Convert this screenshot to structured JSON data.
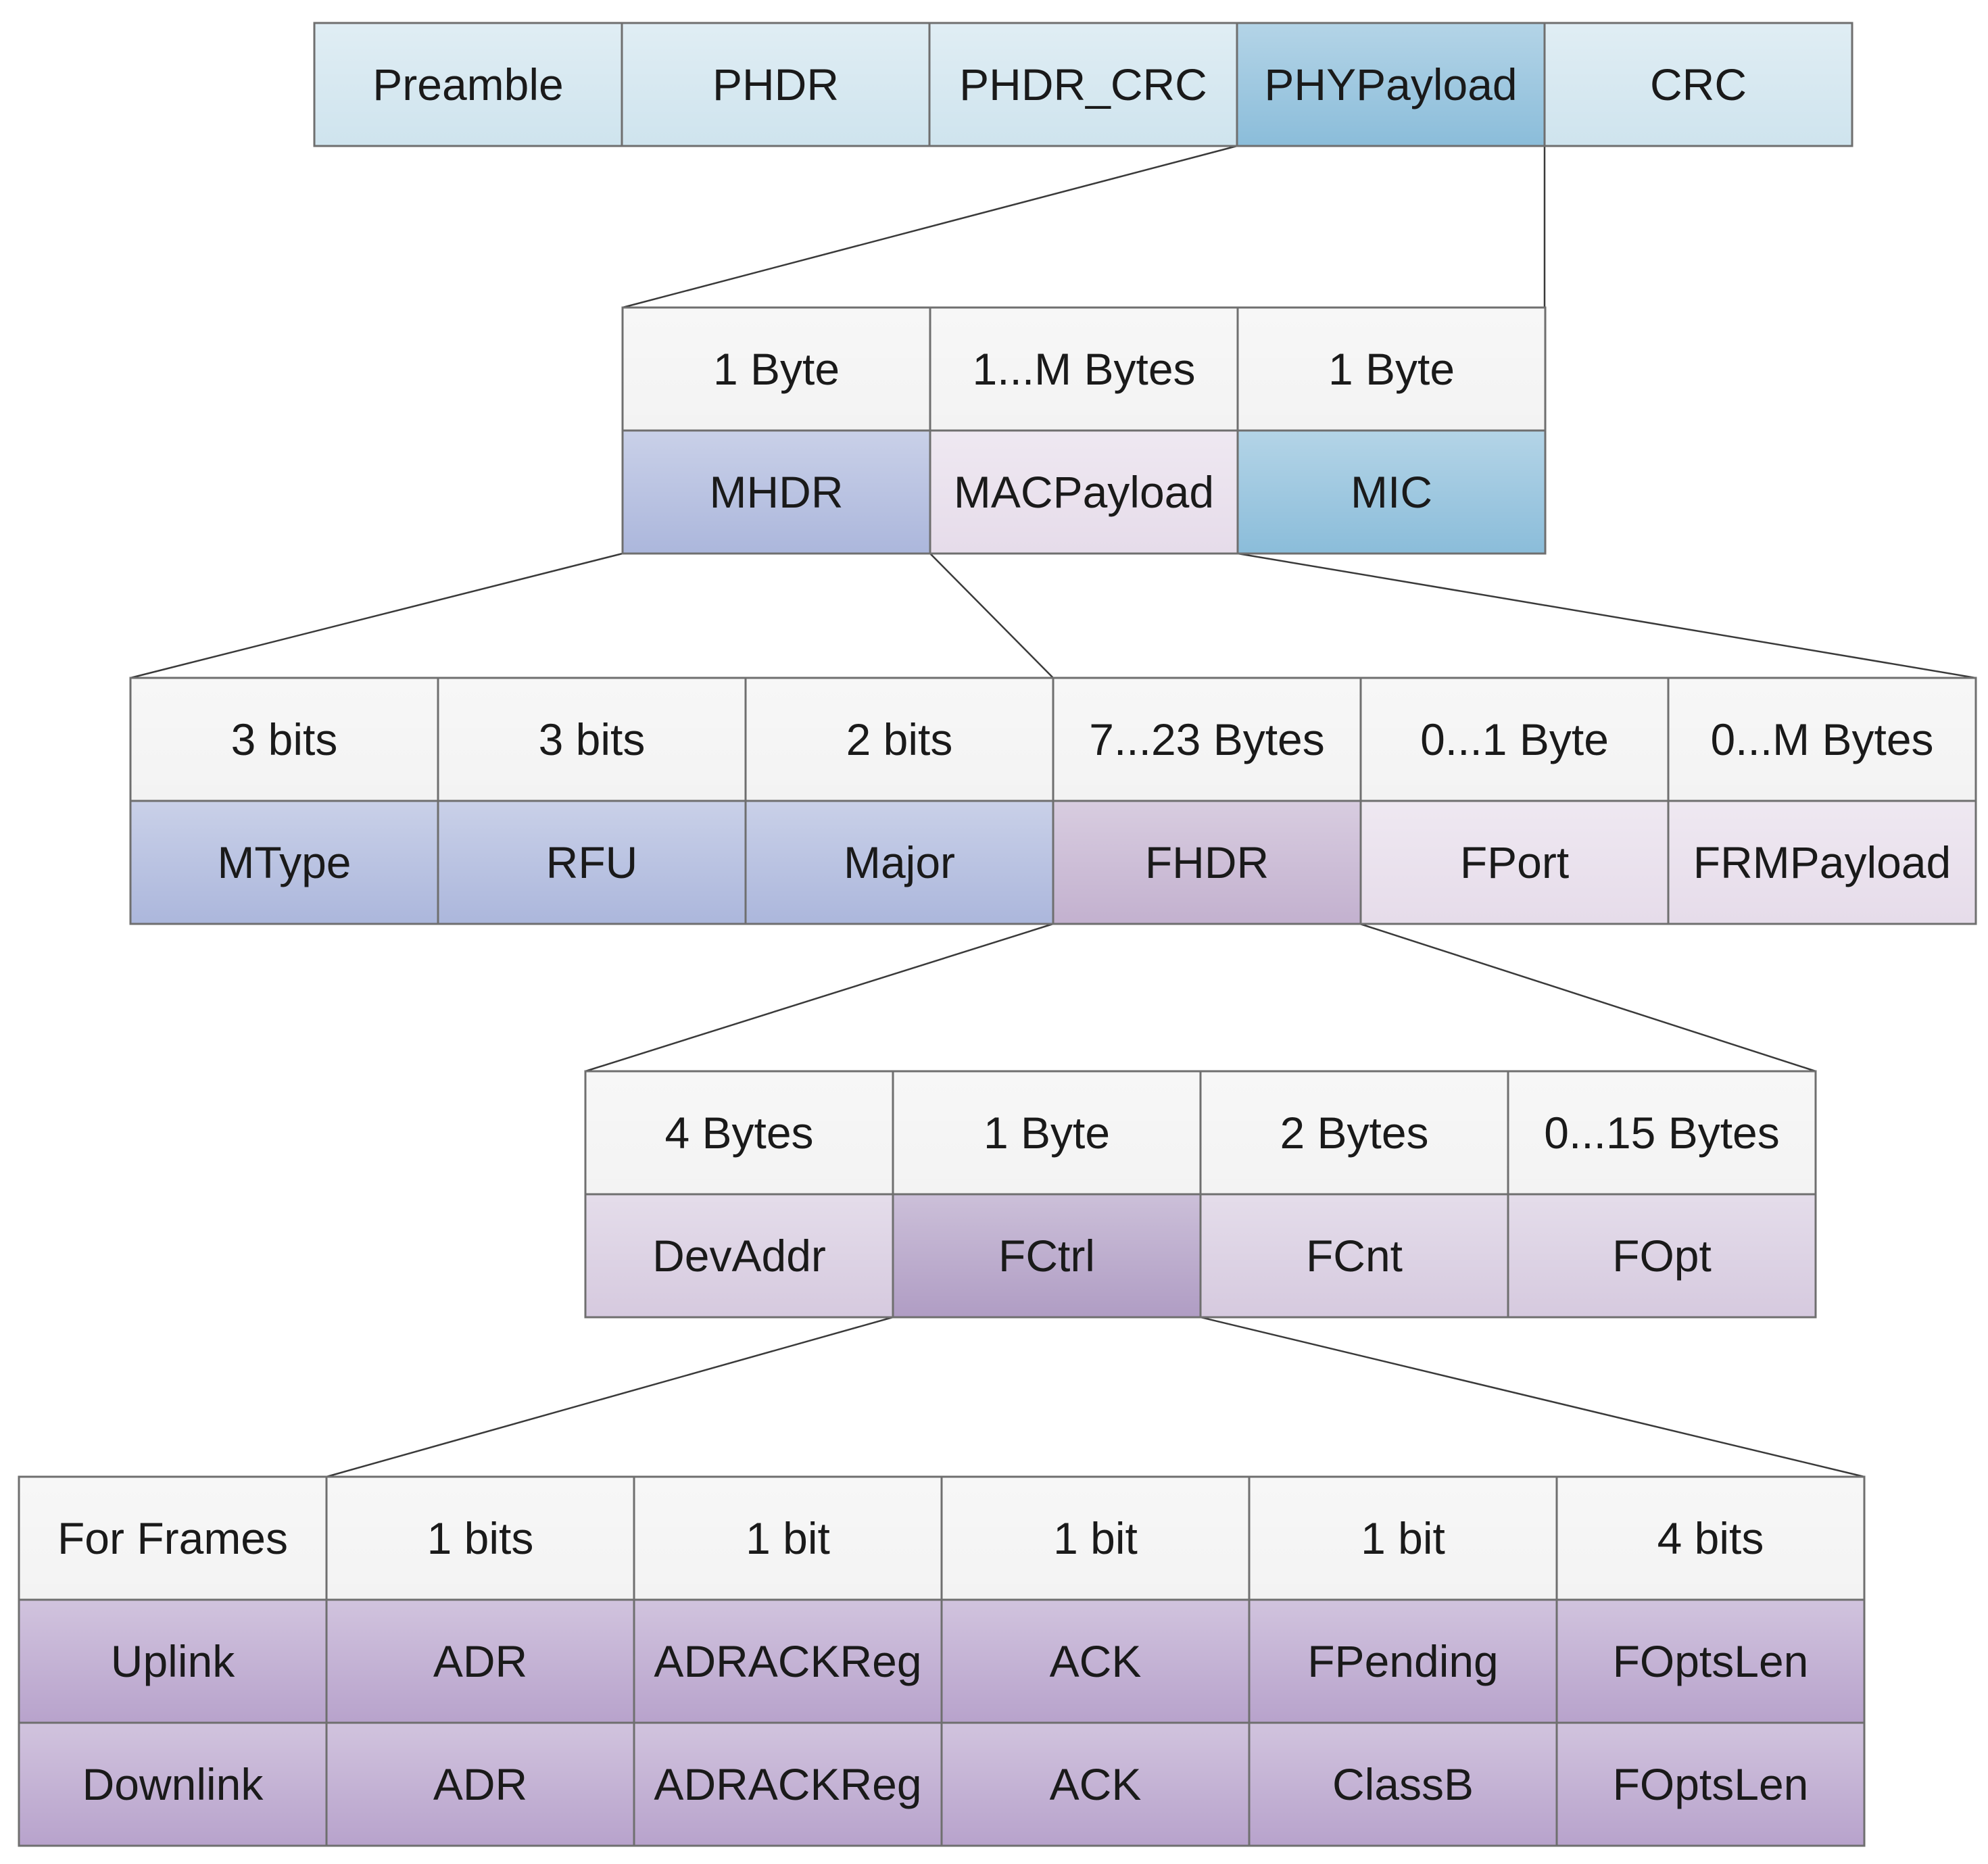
{
  "colors": {
    "light_blue": "#cfe4ee",
    "mid_blue": "#8bbdda",
    "periwinkle": "#acb7dc",
    "lavender": "#e6dcea",
    "mauve": "#c3b1cf",
    "light_mauve": "#d6cadf",
    "dark_mauve": "#b09dc4",
    "purple": "#b8a3cc",
    "white_gray": "#f3f3f3",
    "border": "#6f6f6f",
    "line": "#3a3a3a"
  },
  "rows": [
    {
      "id": "phy-frame",
      "cells": [
        {
          "label": "Preamble",
          "color": "#cfe4ee"
        },
        {
          "label": "PHDR",
          "color": "#cfe4ee"
        },
        {
          "label": "PHDR_CRC",
          "color": "#cfe4ee"
        },
        {
          "label": "PHYPayload",
          "color": "#8bbdda"
        },
        {
          "label": "CRC",
          "color": "#cfe4ee"
        }
      ]
    },
    {
      "id": "phypayload-sizes",
      "cells": [
        {
          "label": "1 Byte",
          "color": "#f3f3f3"
        },
        {
          "label": "1...M Bytes",
          "color": "#f3f3f3"
        },
        {
          "label": "1 Byte",
          "color": "#f3f3f3"
        }
      ]
    },
    {
      "id": "phypayload-fields",
      "cells": [
        {
          "label": "MHDR",
          "color": "#acb7dc"
        },
        {
          "label": "MACPayload",
          "color": "#e6dcea"
        },
        {
          "label": "MIC",
          "color": "#8bbdda"
        }
      ]
    },
    {
      "id": "mac-sizes",
      "cells": [
        {
          "label": "3 bits",
          "color": "#f3f3f3"
        },
        {
          "label": "3 bits",
          "color": "#f3f3f3"
        },
        {
          "label": "2 bits",
          "color": "#f3f3f3"
        },
        {
          "label": "7...23 Bytes",
          "color": "#f3f3f3"
        },
        {
          "label": "0...1 Byte",
          "color": "#f3f3f3"
        },
        {
          "label": "0...M Bytes",
          "color": "#f3f3f3"
        }
      ]
    },
    {
      "id": "mac-fields",
      "cells": [
        {
          "label": "MType",
          "color": "#acb7dc"
        },
        {
          "label": "RFU",
          "color": "#acb7dc"
        },
        {
          "label": "Major",
          "color": "#acb7dc"
        },
        {
          "label": "FHDR",
          "color": "#c3b1cf"
        },
        {
          "label": "FPort",
          "color": "#e6dcea"
        },
        {
          "label": "FRMPayload",
          "color": "#e6dcea"
        }
      ]
    },
    {
      "id": "fhdr-sizes",
      "cells": [
        {
          "label": "4 Bytes",
          "color": "#f3f3f3"
        },
        {
          "label": "1 Byte",
          "color": "#f3f3f3"
        },
        {
          "label": "2 Bytes",
          "color": "#f3f3f3"
        },
        {
          "label": "0...15 Bytes",
          "color": "#f3f3f3"
        }
      ]
    },
    {
      "id": "fhdr-fields",
      "cells": [
        {
          "label": "DevAddr",
          "color": "#d6cadf"
        },
        {
          "label": "FCtrl",
          "color": "#b09dc4"
        },
        {
          "label": "FCnt",
          "color": "#d6cadf"
        },
        {
          "label": "FOpt",
          "color": "#d6cadf"
        }
      ]
    },
    {
      "id": "fctrl-sizes",
      "cells": [
        {
          "label": "For Frames",
          "color": "#f3f3f3"
        },
        {
          "label": "1 bits",
          "color": "#f3f3f3"
        },
        {
          "label": "1 bit",
          "color": "#f3f3f3"
        },
        {
          "label": "1 bit",
          "color": "#f3f3f3"
        },
        {
          "label": "1 bit",
          "color": "#f3f3f3"
        },
        {
          "label": "4 bits",
          "color": "#f3f3f3"
        }
      ]
    },
    {
      "id": "fctrl-uplink",
      "cells": [
        {
          "label": "Uplink",
          "color": "#b8a3cc"
        },
        {
          "label": "ADR",
          "color": "#b8a3cc"
        },
        {
          "label": "ADRACKReg",
          "color": "#b8a3cc"
        },
        {
          "label": "ACK",
          "color": "#b8a3cc"
        },
        {
          "label": "FPending",
          "color": "#b8a3cc"
        },
        {
          "label": "FOptsLen",
          "color": "#b8a3cc"
        }
      ]
    },
    {
      "id": "fctrl-downlink",
      "cells": [
        {
          "label": "Downlink",
          "color": "#b8a3cc"
        },
        {
          "label": "ADR",
          "color": "#b8a3cc"
        },
        {
          "label": "ADRACKReg",
          "color": "#b8a3cc"
        },
        {
          "label": "ACK",
          "color": "#b8a3cc"
        },
        {
          "label": "ClassB",
          "color": "#b8a3cc"
        },
        {
          "label": "FOptsLen",
          "color": "#b8a3cc"
        }
      ]
    }
  ]
}
